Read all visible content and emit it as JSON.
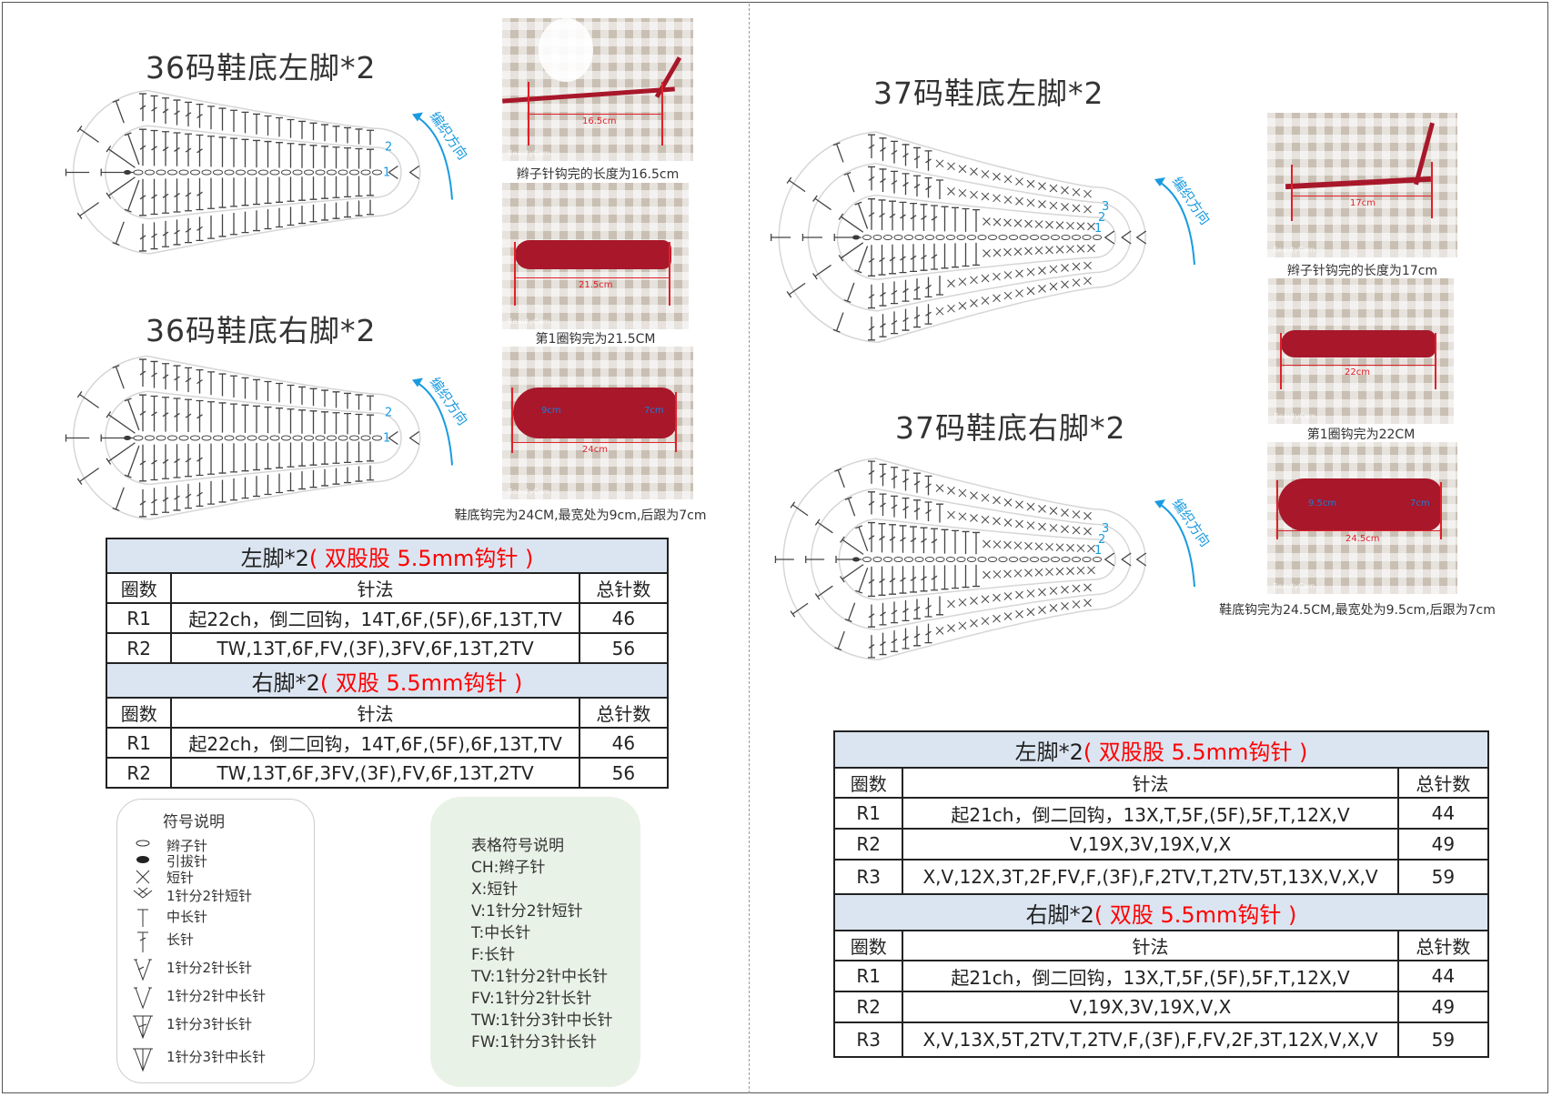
{
  "colors": {
    "accent_blue": "#1a9be0",
    "table_header_bg": "#dbe5f1",
    "highlight_red": "#ff0000",
    "yarn_red": "#a8172a",
    "legend_bg": "#e9f2e6"
  },
  "left_page": {
    "diagram_left_title": "36码鞋底左脚*2",
    "diagram_right_title": "36码鞋底右脚*2",
    "direction_label": "编织方向",
    "row_labels": [
      "1",
      "2"
    ],
    "photos": [
      {
        "measure": "16.5cm",
        "caption": "辫子针钩完的长度为16.5cm",
        "watermark": "BeautyCam"
      },
      {
        "measure": "21.5cm",
        "caption": "第1圈钩完为21.5CM",
        "watermark": "BeautyCam"
      },
      {
        "measure": "24cm",
        "width_measure": "9cm",
        "heel_measure": "7cm",
        "caption": "鞋底钩完为24CM,最宽处为9cm,后跟为7cm",
        "watermark": "BeautyCam"
      }
    ],
    "table": {
      "left_title": "左脚*2",
      "left_note": "( 双股股 5.5mm钩针 )",
      "right_title": "右脚*2",
      "right_note": "( 双股 5.5mm钩针 )",
      "headers": [
        "圈数",
        "针法",
        "总针数"
      ],
      "left_rows": [
        [
          "R1",
          "起22ch，倒二回钩，14T,6F,(5F),6F,13T,TV",
          "46"
        ],
        [
          "R2",
          "TW,13T,6F,FV,(3F),3FV,6F,13T,2TV",
          "56"
        ]
      ],
      "right_rows": [
        [
          "R1",
          "起22ch，倒二回钩，14T,6F,(5F),6F,13T,TV",
          "46"
        ],
        [
          "R2",
          "TW,13T,6F,3FV,(3F),FV,6F,13T,2TV",
          "56"
        ]
      ]
    },
    "symbol_legend": {
      "title": "符号说明",
      "items": [
        {
          "icon": "chain-oval-icon",
          "label": "辫子针"
        },
        {
          "icon": "slip-stitch-dot-icon",
          "label": "引拔针"
        },
        {
          "icon": "single-crochet-x-icon",
          "label": "短针"
        },
        {
          "icon": "sc-increase-icon",
          "label": "1针分2针短针"
        },
        {
          "icon": "hdc-t-icon",
          "label": "中长针"
        },
        {
          "icon": "dc-t-icon",
          "label": "长针"
        },
        {
          "icon": "dc-2-increase-icon",
          "label": "1针分2针长针"
        },
        {
          "icon": "hdc-2-increase-icon",
          "label": "1针分2针中长针"
        },
        {
          "icon": "dc-3-increase-icon",
          "label": "1针分3针长针"
        },
        {
          "icon": "hdc-3-increase-icon",
          "label": "1针分3针中长针"
        }
      ]
    },
    "table_legend": {
      "title": "表格符号说明",
      "items": [
        "CH:辫子针",
        "X:短针",
        "V:1针分2针短针",
        "T:中长针",
        "F:长针",
        "TV:1针分2针中长针",
        "FV:1针分2针长针",
        "TW:1针分3针中长针",
        "FW:1针分3针长针"
      ]
    }
  },
  "right_page": {
    "diagram_left_title": "37码鞋底左脚*2",
    "diagram_right_title": "37码鞋底右脚*2",
    "direction_label": "编织方向",
    "row_labels": [
      "1",
      "2",
      "3"
    ],
    "photos": [
      {
        "measure": "17cm",
        "caption": "辫子针钩完的长度为17cm",
        "watermark": "BeautyCam"
      },
      {
        "measure": "22cm",
        "caption": "第1圈钩完为22CM",
        "watermark": "BeautyCam"
      },
      {
        "measure": "24.5cm",
        "width_measure": "9.5cm",
        "heel_measure": "7cm",
        "caption": "鞋底钩完为24.5CM,最宽处为9.5cm,后跟为7cm",
        "watermark": "BeautyCam"
      }
    ],
    "table": {
      "left_title": "左脚*2",
      "left_note": "( 双股股 5.5mm钩针 )",
      "right_title": "右脚*2",
      "right_note": "( 双股 5.5mm钩针 )",
      "headers": [
        "圈数",
        "针法",
        "总针数"
      ],
      "left_rows": [
        [
          "R1",
          "起21ch，倒二回钩，13X,T,5F,(5F),5F,T,12X,V",
          "44"
        ],
        [
          "R2",
          "V,19X,3V,19X,V,X",
          "49"
        ],
        [
          "R3",
          "X,V,12X,3T,2F,FV,F,(3F),F,2TV,T,2TV,5T,13X,V,X,V",
          "59"
        ]
      ],
      "right_rows": [
        [
          "R1",
          "起21ch，倒二回钩，13X,T,5F,(5F),5F,T,12X,V",
          "44"
        ],
        [
          "R2",
          "V,19X,3V,19X,V,X",
          "49"
        ],
        [
          "R3",
          "X,V,13X,5T,2TV,T,2TV,F,(3F),F,FV,2F,3T,12X,V,X,V",
          "59"
        ]
      ]
    }
  }
}
